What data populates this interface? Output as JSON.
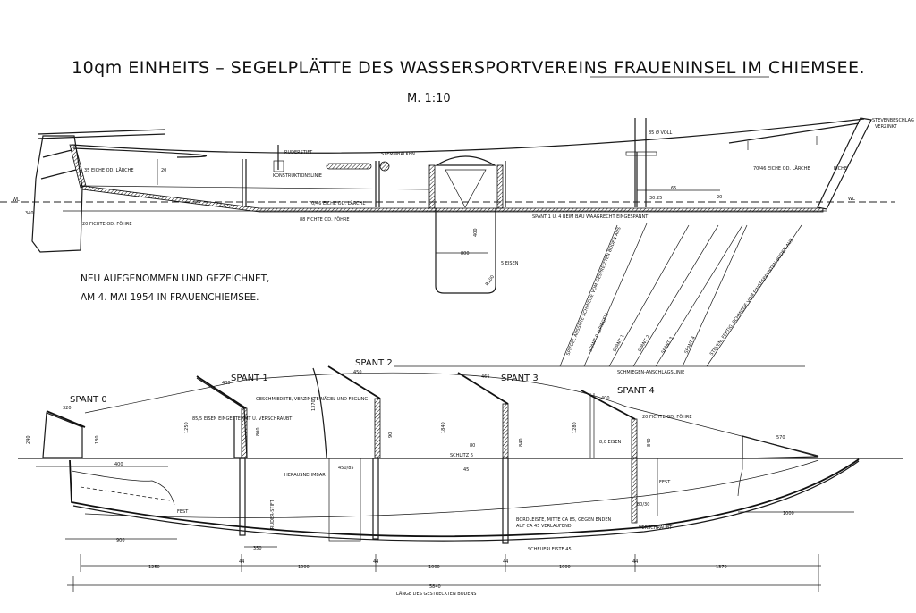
{
  "title": "10qm EINHEITS – SEGELPLÄTTE DES WASSERSPORTVEREINS FRAUENINSEL IM CHIEMSEE.",
  "scale": "M. 1:10",
  "note": {
    "line1": "NEU AUFGENOMMEN UND GEZEICHNET,",
    "line2": "AM 4. MAI 1954 IN FRAUENCHIEMSEE."
  },
  "profile": {
    "transom_wood": "35 EICHE OD. LÄRCHE",
    "dim_20": "20",
    "rudder_pin": "RUDERSTIFT",
    "thwart": "STEMMBALKEN",
    "construction_line": "KONSTRUKTIONSLINIE",
    "keelson_aft": "70/46 EICHE OD. LÄRCHE",
    "bottom_planks": "88 FICHTE OD. FÖHRE",
    "rudder_wood": "20 FICHTE OD. FÖHRE",
    "dim_340": "340",
    "wl_left": "WL",
    "wl_right": "WL",
    "mast": "85 Ø VOLL",
    "stem_fitting_1": "STEVENBESCHLAG",
    "stem_fitting_2": "VERZINKT",
    "stem_wood": "70/46 EICHE OD. LÄRCHE",
    "stem_oak": "EICHE",
    "dim_65": "65",
    "dim_30": "30.25",
    "dim_20b": "20",
    "frames_note": "SPANT 1 U. 4 BEIM BAU WAAGRECHT EINGESPANNT",
    "centerboard_width": "800",
    "centerboard_height": "400",
    "centerboard_iron": "5 EISEN",
    "centerboard_radius": "R100"
  },
  "bevel_lines": {
    "labels": [
      "SPIEGEL ÄUSSERE SCHMIEGE VOM GESPREIZTEN BODEN AUS",
      "SPANT 0 (SPIEGEL)",
      "SPANT 1",
      "SPANT 2",
      "SPANT 3",
      "SPANT 4",
      "STEVEN, FERTIG, SCHMIEGE VOM EINGESPANNTEN BODEN AUS"
    ],
    "baseline": "SCHMIEGEN-ANSCHLAGSLINIE"
  },
  "plan": {
    "frames": [
      "SPANT 0",
      "SPANT 1",
      "SPANT 2",
      "SPANT 3",
      "SPANT 4"
    ],
    "frame_dims": [
      "320",
      "480",
      "450",
      "465",
      "400",
      "570"
    ],
    "heights": [
      "240",
      "180",
      "1250",
      "800",
      "1370",
      "90",
      "1840",
      "840",
      "1280",
      "840"
    ],
    "nails": "GESCHMIEDETE, VERZINKTE NÄGEL UND FEGLING",
    "iron": "85/5 EISEN EINGESTEMMT U. VERSCHRAUBT",
    "removable": "HERAUSNEHMBAR",
    "dim_450_85": "450/85",
    "fixed_1": "FEST",
    "fixed_2": "FEST",
    "rudder_pin": "RUDER-STIFT",
    "gunwale": "BORDLEISTE, MITTE CA 85, GEGEN ENDEN",
    "gunwale2": "AUF CA 45 VERLAUFEND",
    "rubbing_strip": "SCHEUERLEISTE 45",
    "screwed": "VERSCHRAUBT",
    "dim_80_30": "80/30",
    "frame4_wood": "20 FICHTE OD. FÖHRE",
    "iron_8": "8,0 EISEN",
    "slot": "SCHLITZ 6",
    "dim_400": "400",
    "dim_900": "900",
    "dim_350": "350",
    "dim_1000_bow": "1000",
    "dim_80": "80",
    "dim_45": "45",
    "spacing": [
      "1250",
      "1000",
      "1000",
      "1000",
      "1370"
    ],
    "frame_thk": [
      "44",
      "44",
      "44",
      "44"
    ],
    "total": "5840",
    "total_label": "LÄNGE DES GESTRECKTEN BODENS"
  }
}
